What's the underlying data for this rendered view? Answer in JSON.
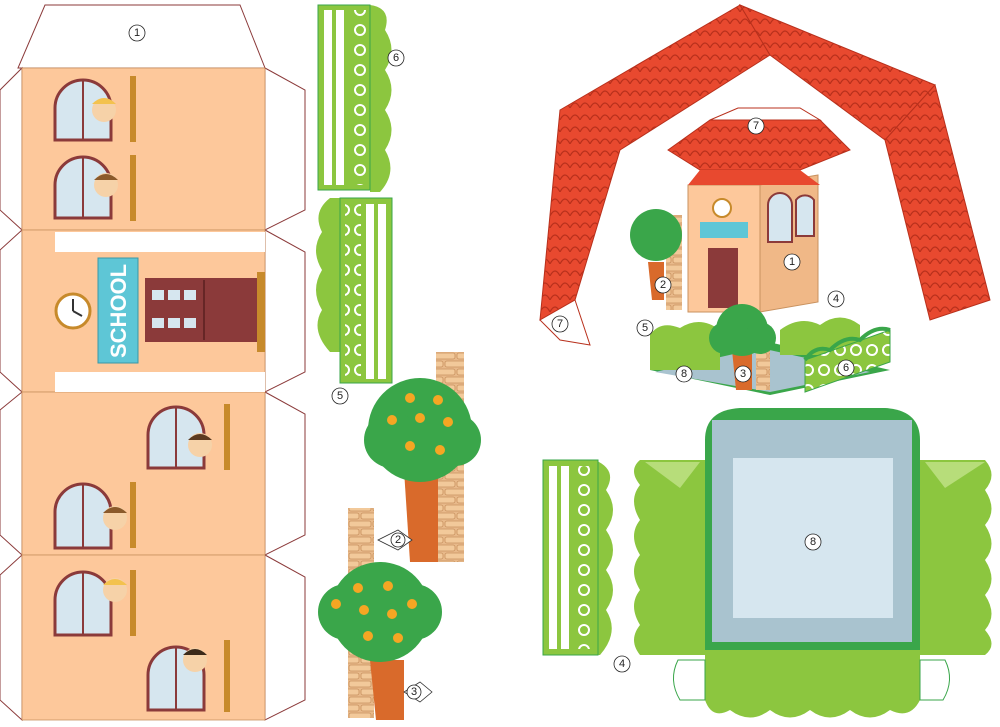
{
  "school_sign": "SCHOOL",
  "part_numbers": {
    "house_body": "1",
    "tree_large": "2",
    "tree_small": "3",
    "fence_long": "4",
    "fence_left": "5",
    "fence_right": "6",
    "roof": "7",
    "base": "8"
  },
  "colors": {
    "wall": "#fdc89b",
    "roof": "#e8492f",
    "grass": "#8cc63f",
    "dark_grass": "#3aa64a",
    "water": "#a9c3cf",
    "brick": "#e8b98a",
    "trunk": "#d96a2b",
    "window_frame": "#8b3a3a",
    "sign": "#5ec6d6"
  }
}
